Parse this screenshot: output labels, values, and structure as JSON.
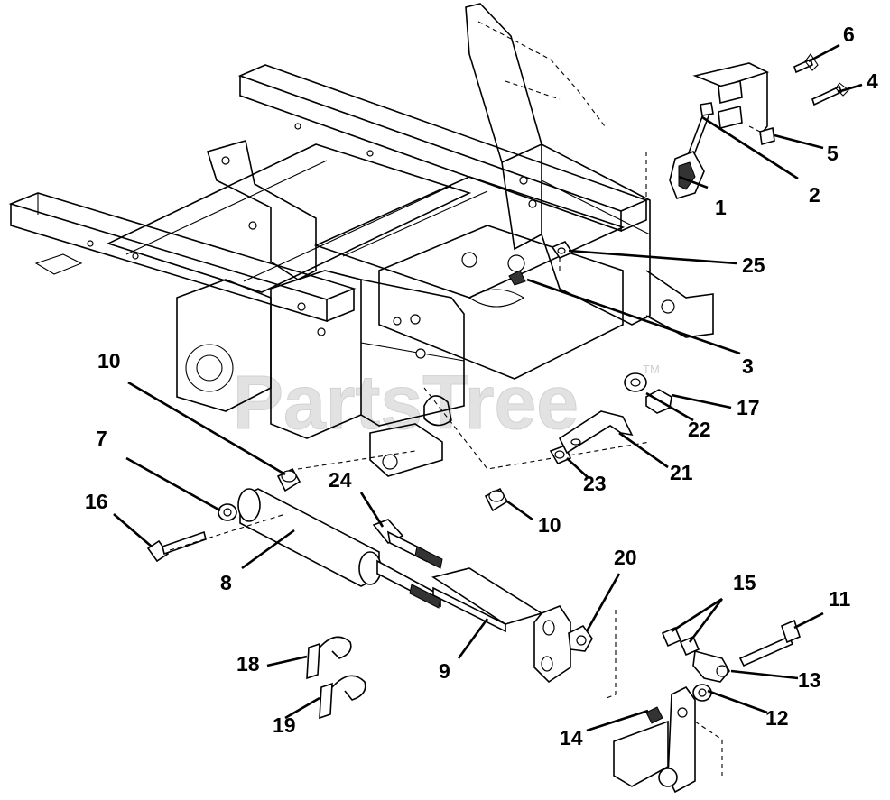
{
  "watermark": {
    "text": "PartsTree",
    "trademark": "TM"
  },
  "callouts": [
    {
      "id": "c1",
      "label": "1"
    },
    {
      "id": "c2",
      "label": "2"
    },
    {
      "id": "c3",
      "label": "3"
    },
    {
      "id": "c4",
      "label": "4"
    },
    {
      "id": "c5",
      "label": "5"
    },
    {
      "id": "c6",
      "label": "6"
    },
    {
      "id": "c7",
      "label": "7"
    },
    {
      "id": "c8",
      "label": "8"
    },
    {
      "id": "c9",
      "label": "9"
    },
    {
      "id": "c10a",
      "label": "10"
    },
    {
      "id": "c10b",
      "label": "10"
    },
    {
      "id": "c11",
      "label": "11"
    },
    {
      "id": "c12",
      "label": "12"
    },
    {
      "id": "c13",
      "label": "13"
    },
    {
      "id": "c14",
      "label": "14"
    },
    {
      "id": "c15",
      "label": "15"
    },
    {
      "id": "c16",
      "label": "16"
    },
    {
      "id": "c17",
      "label": "17"
    },
    {
      "id": "c18",
      "label": "18"
    },
    {
      "id": "c19",
      "label": "19"
    },
    {
      "id": "c20",
      "label": "20"
    },
    {
      "id": "c21",
      "label": "21"
    },
    {
      "id": "c22",
      "label": "22"
    },
    {
      "id": "c23",
      "label": "23"
    },
    {
      "id": "c24",
      "label": "24"
    },
    {
      "id": "c25",
      "label": "25"
    }
  ]
}
